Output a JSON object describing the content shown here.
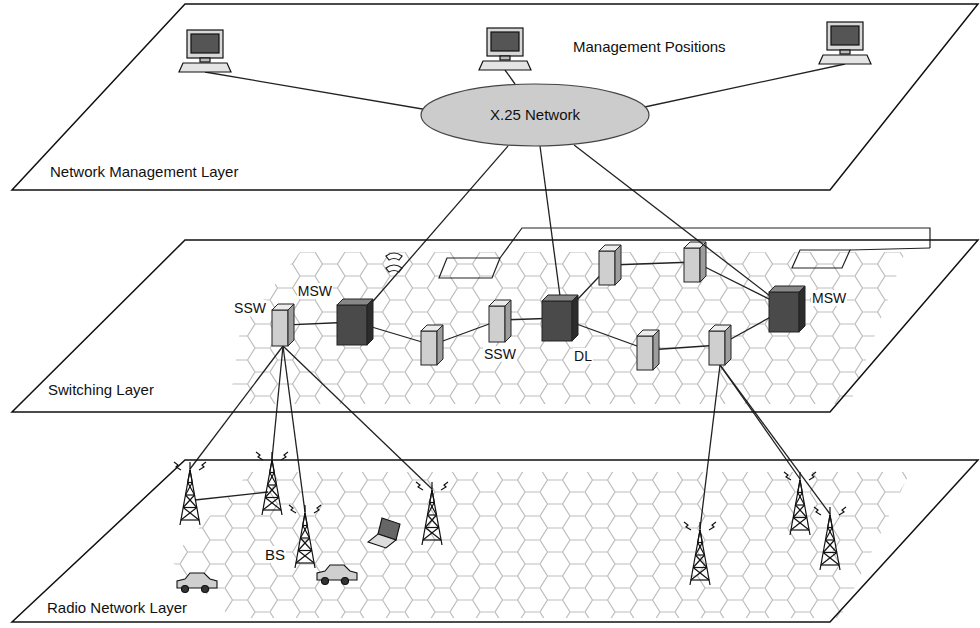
{
  "diagram": {
    "nodes": [
      {
        "text": [
          "Network Management Layer"
        ]
      },
      {
        "text": [
          "X.25 Network"
        ],
        "in": 0
      },
      {
        "text": [
          "Switching Layer"
        ]
      },
      {
        "text": [
          "SSW"
        ],
        "in": 2
      },
      {
        "text": [
          "MSW"
        ],
        "in": 2
      },
      {
        "text": [
          "SSW"
        ],
        "in": 2
      },
      {
        "text": [
          "DL"
        ],
        "in": 2
      },
      {
        "text": [
          "MSW"
        ],
        "in": 2
      },
      {
        "text": [
          "Radio Network Layer"
        ]
      }
    ],
    "edges": [
      {
        "from": 1,
        "to": 4,
        "arrow": "none"
      },
      {
        "from": 1,
        "to": 7,
        "arrow": "none"
      },
      {
        "from": 3,
        "to": 4,
        "arrow": "none"
      }
    ],
    "labels": [
      "Management Positions",
      "BS"
    ]
  }
}
